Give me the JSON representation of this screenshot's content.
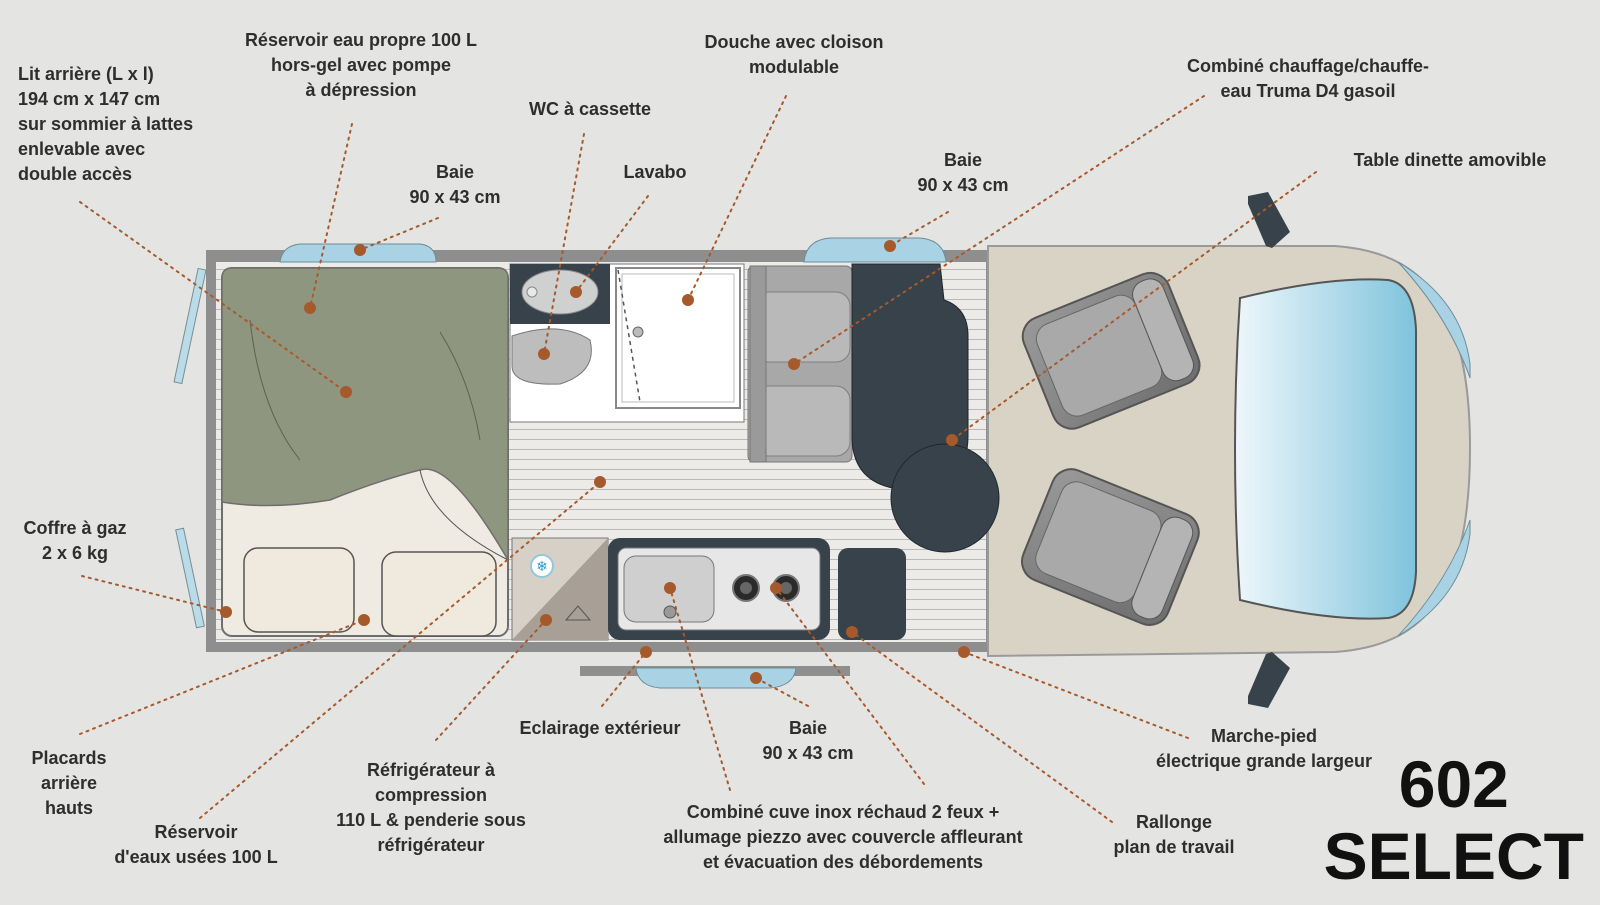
{
  "model": {
    "number": "602",
    "name": "SELECT"
  },
  "labels": {
    "lit_arriere": "Lit arrière (L x l)\n194 cm x 147 cm\nsur sommier à lattes\nenlevable avec\ndouble accès",
    "reservoir_propre": "Réservoir eau propre 100 L\nhors-gel avec pompe\nà dépression",
    "wc": "WC à cassette",
    "lavabo": "Lavabo",
    "douche": "Douche avec cloison\nmodulable",
    "baie_rear": "Baie\n90 x 43 cm",
    "baie_mid": "Baie\n90 x 43 cm",
    "baie_bottom": "Baie\n90 x 43 cm",
    "combine_chauffage": "Combiné chauffage/chauffe-\neau Truma D4 gasoil",
    "table_dinette": "Table dinette amovible",
    "coffre_gaz": "Coffre à gaz\n2 x 6 kg",
    "placards": "Placards\narrière\nhauts",
    "reservoir_usees": "Réservoir\nd'eaux usées 100 L",
    "refrigerateur": "Réfrigérateur à\ncompression\n110 L & penderie sous\nréfrigérateur",
    "eclairage": "Eclairage extérieur",
    "combine_cuve": "Combiné cuve inox réchaud 2 feux +\nallumage piezzo avec couvercle affleurant\net évacuation des débordements",
    "rallonge": "Rallonge\nplan de travail",
    "marche_pied": "Marche-pied\nélectrique grande largeur"
  },
  "colors": {
    "background": "#e4e4e2",
    "leader_dot": "#a65a2c",
    "window_glass": "#a9d3e4",
    "bed": "#8f9680",
    "cab": "#d9d3c6",
    "dark_furniture": "#37424a"
  }
}
